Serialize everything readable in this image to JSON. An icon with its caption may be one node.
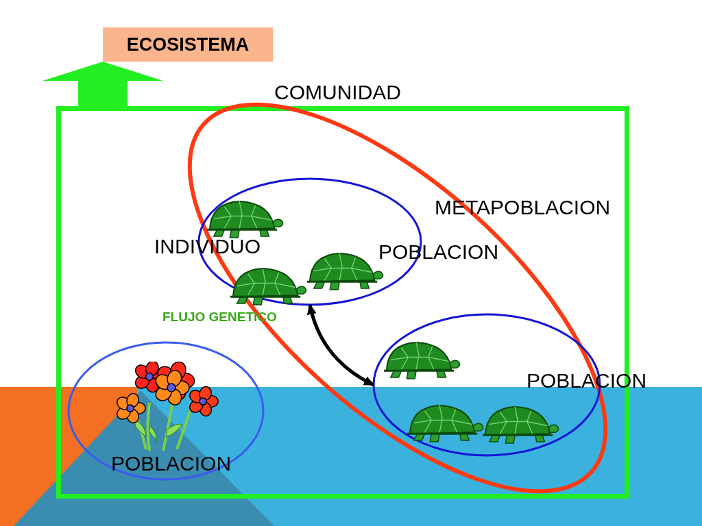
{
  "diagram": {
    "nodes": [
      {
        "text": [
          "ECOSISTEMA"
        ]
      },
      {
        "text": [],
        "shape": "box"
      },
      {
        "text": [
          "COMUNIDAD"
        ],
        "in": 1
      },
      {
        "text": [
          "POBLACION"
        ],
        "in": 2
      },
      {
        "text": [
          "POBLACION"
        ],
        "in": 2
      },
      {
        "text": [
          "POBLACION"
        ],
        "in": 1
      }
    ],
    "edges": [
      {
        "from": 1,
        "to": 0,
        "arrow": "to",
        "style": "thick",
        "color": "#22ee22"
      },
      {
        "from": 3,
        "to": 4,
        "arrow": "both",
        "label": "FLUJO GENETICO",
        "color": "#000000"
      }
    ],
    "labels": [
      "METAPOBLACION",
      "INDIVIDUO"
    ]
  }
}
